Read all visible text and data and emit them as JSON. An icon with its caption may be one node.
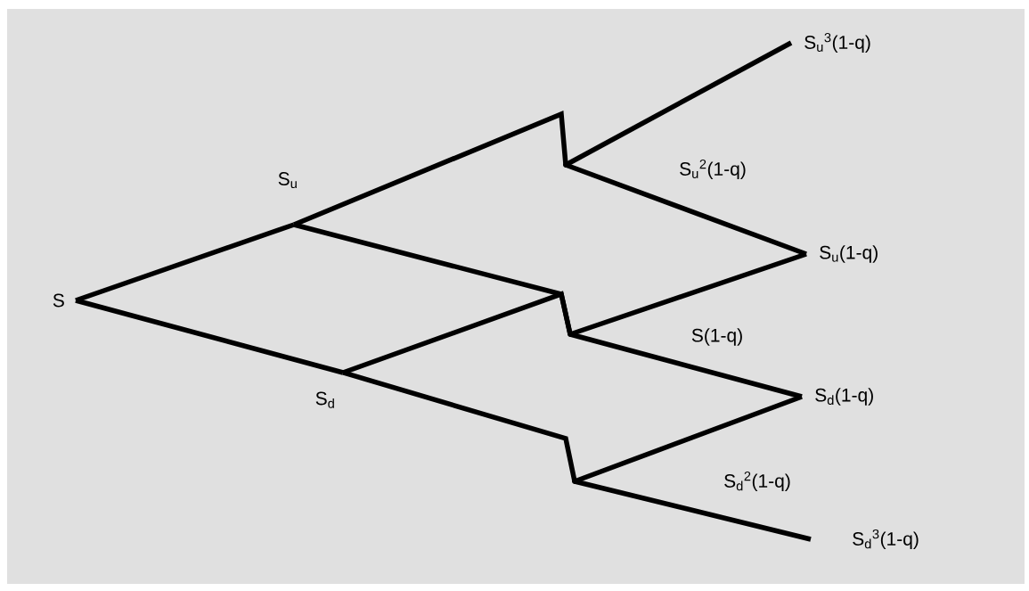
{
  "diagram": {
    "nodes": [
      {
        "text": [
          "S"
        ]
      },
      {
        "text": [
          "S$_{u}$"
        ]
      },
      {
        "text": [
          "S$_{d}$"
        ]
      },
      {
        "text": [],
        "shape": "circle"
      },
      {
        "text": [],
        "shape": "circle"
      },
      {
        "text": [],
        "shape": "circle"
      },
      {
        "text": [
          "S$_{u}$$^{3}$(1-q)"
        ]
      },
      {
        "text": [
          "S$_{u}$(1-q)"
        ]
      },
      {
        "text": [
          "S$_{d}$(1-q)"
        ]
      },
      {
        "text": [
          "S$_{d}$$^{3}$(1-q)"
        ]
      }
    ],
    "edges": [
      {
        "from": 0,
        "to": 1,
        "arrow": "none"
      },
      {
        "from": 0,
        "to": 2,
        "arrow": "none"
      },
      {
        "from": 1,
        "to": 3,
        "arrow": "none"
      },
      {
        "from": 1,
        "to": 4,
        "arrow": "none"
      },
      {
        "from": 2,
        "to": 4,
        "arrow": "none"
      },
      {
        "from": 2,
        "to": 5,
        "arrow": "none"
      },
      {
        "from": 3,
        "to": 6,
        "arrow": "none"
      },
      {
        "from": 3,
        "to": 7,
        "arrow": "none"
      },
      {
        "from": 4,
        "to": 7,
        "arrow": "none"
      },
      {
        "from": 4,
        "to": 8,
        "arrow": "none"
      },
      {
        "from": 5,
        "to": 8,
        "arrow": "none"
      },
      {
        "from": 5,
        "to": 9,
        "arrow": "none"
      }
    ],
    "labels": [
      "S$_{u}$$^{2}$(1-q)",
      "S(1-q)",
      "S$_{d}$$^{2}$(1-q)"
    ]
  }
}
